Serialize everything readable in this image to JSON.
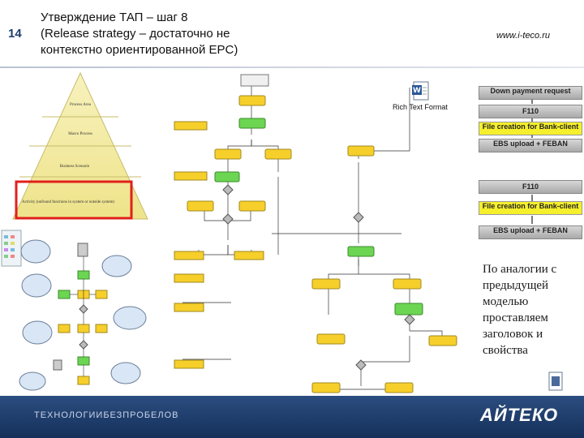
{
  "slide": {
    "number": "14",
    "title_lines": [
      "Утверждение ТАП – шаг 8",
      "(Release strategy – достаточно не",
      "контекстно ориентированной EPC)"
    ],
    "website": "www.i-teco.ru"
  },
  "pyramid": {
    "levels": [
      "Process Area",
      "Macro Process",
      "Business Scenario",
      "Activity (unfound functions in system or outside system)"
    ],
    "highlight_color": "#e0201b"
  },
  "attachment": {
    "label": "Rich Text Format",
    "icon": "word-document-icon"
  },
  "right_flow": {
    "items": [
      {
        "text": "Down payment request",
        "style": "gray"
      },
      {
        "text": "F110",
        "style": "gray"
      },
      {
        "text": "File creation for Bank-client",
        "style": "yellow"
      },
      {
        "text": "EBS upload + FEBAN",
        "style": "gray"
      },
      {
        "text": "F110",
        "style": "gray"
      },
      {
        "text": "File creation for Bank-client",
        "style": "yellow"
      },
      {
        "text": "EBS upload + FEBAN",
        "style": "gray"
      }
    ]
  },
  "note": {
    "text": "По аналогии с предыдущей моделью проставляем заголовок и свойства"
  },
  "footer": {
    "tagline": "ТЕХНОЛОГИИБЕЗПРОБЕЛОВ",
    "logo_text": "АЙТЕКО"
  },
  "colors": {
    "event": "#f6cf2a",
    "function": "#6cd552",
    "footer": "#1f3f6e",
    "highlight": "#e0201b"
  }
}
